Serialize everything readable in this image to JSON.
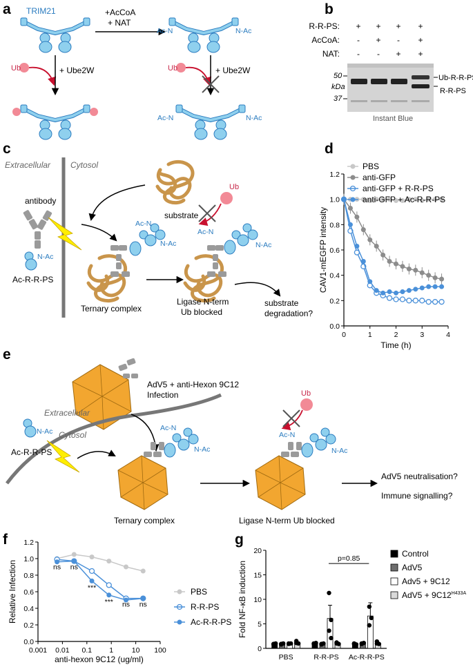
{
  "panel_labels": {
    "a": "a",
    "b": "b",
    "c": "c",
    "d": "d",
    "e": "e",
    "f": "f",
    "g": "g"
  },
  "panel_a": {
    "protein": "TRIM21",
    "reagents_line1": "+AcCoA",
    "reagents_line2": "+ NAT",
    "ub": "Ub",
    "ube2w": "+ Ube2W",
    "nac": "N-Ac",
    "acn": "Ac-N"
  },
  "panel_b": {
    "rows": [
      {
        "label": "R-R-PS:",
        "marks": [
          "+",
          "+",
          "+",
          "+"
        ]
      },
      {
        "label": "AcCoA:",
        "marks": [
          "-",
          "+",
          "-",
          "+"
        ]
      },
      {
        "label": "NAT:",
        "marks": [
          "-",
          "-",
          "+",
          "+"
        ]
      }
    ],
    "kda": "kDa",
    "mw_50": "50",
    "mw_37": "37",
    "band_upper": "Ub-R-R-PS",
    "band_lower": "R-R-PS",
    "stain": "Instant Blue"
  },
  "panel_c": {
    "extracellular": "Extracellular",
    "cytosol": "Cytosol",
    "antibody": "antibody",
    "construct": "Ac-R-R-PS",
    "substrate": "substrate",
    "ub": "Ub",
    "ternary": "Ternary complex",
    "blocked_line1": "Ligase N-term",
    "blocked_line2": "Ub blocked",
    "degradation_line1": "substrate",
    "degradation_line2": "degradation?",
    "nac": "N-Ac",
    "acn": "Ac-N"
  },
  "panel_e": {
    "infection_line1": "AdV5 + anti-Hexon 9C12",
    "infection_line2": "Infection",
    "extracellular": "Extracellular",
    "cytosol": "Cytosol",
    "construct": "Ac-R-R-PS",
    "ub": "Ub",
    "ternary": "Ternary complex",
    "blocked": "Ligase N-term Ub blocked",
    "outcome1": "AdV5 neutralisation?",
    "outcome2": "Immune signalling?",
    "nac": "N-Ac",
    "acn": "Ac-N"
  },
  "colors": {
    "trim_blue": "#8fd0ee",
    "text_blue": "#2a7bbf",
    "ub_pink": "#f28a96",
    "arrow_red": "#c8102e",
    "antibody_grey": "#9a9a9a",
    "substrate_tan": "#c9954b",
    "virus_orange": "#f2a630",
    "lightning_yellow": "#ffee00"
  },
  "chart_data": [
    {
      "panel": "d",
      "type": "line",
      "xlabel": "Time (h)",
      "ylabel": "CAV1-mEGFP intensity",
      "xlim": [
        0,
        4
      ],
      "ylim": [
        0,
        1.2
      ],
      "xticks": [
        "0",
        "1",
        "2",
        "3",
        "4"
      ],
      "yticks": [
        "0.0",
        "0.2",
        "0.4",
        "0.6",
        "0.8",
        "1.0",
        "1.2"
      ],
      "legend_position": "top-right",
      "series": [
        {
          "name": "PBS",
          "color": "#c8c8c8",
          "marker": "filled",
          "x": [
            0,
            0.25,
            0.5,
            0.75,
            1,
            1.25,
            1.5,
            1.75,
            2,
            2.25,
            2.5,
            2.75,
            3,
            3.25,
            3.5,
            3.75
          ],
          "y": [
            1.0,
            1.0,
            1.0,
            1.0,
            0.99,
            1.0,
            1.0,
            1.0,
            0.99,
            0.99,
            1.0,
            1.0,
            0.99,
            1.0,
            1.0,
            1.0
          ]
        },
        {
          "name": "anti-GFP",
          "color": "#8c8c8c",
          "marker": "filled",
          "x": [
            0,
            0.25,
            0.5,
            0.75,
            1,
            1.25,
            1.5,
            1.75,
            2,
            2.25,
            2.5,
            2.75,
            3,
            3.25,
            3.5,
            3.75
          ],
          "y": [
            1.0,
            0.93,
            0.86,
            0.76,
            0.68,
            0.63,
            0.56,
            0.51,
            0.49,
            0.47,
            0.45,
            0.44,
            0.42,
            0.4,
            0.38,
            0.37
          ]
        },
        {
          "name": "anti-GFP + R-R-PS",
          "color": "#4a90d9",
          "marker": "open",
          "x": [
            0,
            0.25,
            0.5,
            0.75,
            1,
            1.25,
            1.5,
            1.75,
            2,
            2.25,
            2.5,
            2.75,
            3,
            3.25,
            3.5,
            3.75
          ],
          "y": [
            1.0,
            0.75,
            0.58,
            0.47,
            0.32,
            0.26,
            0.24,
            0.22,
            0.21,
            0.21,
            0.2,
            0.2,
            0.2,
            0.19,
            0.19,
            0.19
          ]
        },
        {
          "name": "anti-GFP + Ac-R-R-PS",
          "color": "#4a90d9",
          "marker": "filled",
          "x": [
            0,
            0.25,
            0.5,
            0.75,
            1,
            1.25,
            1.5,
            1.75,
            2,
            2.25,
            2.5,
            2.75,
            3,
            3.25,
            3.5,
            3.75
          ],
          "y": [
            1.0,
            0.8,
            0.63,
            0.51,
            0.35,
            0.28,
            0.26,
            0.27,
            0.26,
            0.27,
            0.28,
            0.29,
            0.3,
            0.31,
            0.31,
            0.31
          ]
        }
      ]
    },
    {
      "panel": "f",
      "type": "line",
      "xlabel": "anti-hexon 9C12 (ug/ml)",
      "ylabel": "Relative Infection",
      "xscale": "log",
      "xlim": [
        0.001,
        100
      ],
      "ylim": [
        0.0,
        1.2
      ],
      "xticks": [
        "0.001",
        "0.01",
        "0.1",
        "1",
        "10",
        "100"
      ],
      "yticks": [
        "0.0",
        "0.2",
        "0.4",
        "0.6",
        "0.8",
        "1.0",
        "1.2"
      ],
      "legend_position": "right",
      "series": [
        {
          "name": "PBS",
          "color": "#c8c8c8",
          "marker": "filled",
          "x": [
            0.006,
            0.03,
            0.16,
            0.8,
            4,
            20
          ],
          "y": [
            1.0,
            1.05,
            1.02,
            0.97,
            0.9,
            0.85
          ]
        },
        {
          "name": "R-R-PS",
          "color": "#4a90d9",
          "marker": "open",
          "x": [
            0.006,
            0.03,
            0.16,
            0.8,
            4,
            20
          ],
          "y": [
            0.99,
            0.97,
            0.85,
            0.68,
            0.52,
            0.52
          ]
        },
        {
          "name": "Ac-R-R-PS",
          "color": "#4a90d9",
          "marker": "filled",
          "x": [
            0.006,
            0.03,
            0.16,
            0.8,
            4,
            20
          ],
          "y": [
            0.96,
            0.97,
            0.73,
            0.56,
            0.5,
            0.52
          ]
        }
      ],
      "annotations": [
        {
          "x": 0.006,
          "text": "ns"
        },
        {
          "x": 0.03,
          "text": "ns"
        },
        {
          "x": 0.16,
          "text": "***"
        },
        {
          "x": 0.8,
          "text": "***"
        },
        {
          "x": 4,
          "text": "ns"
        },
        {
          "x": 20,
          "text": "ns"
        }
      ]
    },
    {
      "panel": "g",
      "type": "bar",
      "ylabel": "Fold NF-κB induction",
      "ylim": [
        0,
        20
      ],
      "yticks": [
        "0",
        "5",
        "10",
        "15",
        "20"
      ],
      "categories": [
        "PBS",
        "R-R-PS",
        "Ac-R-R-PS"
      ],
      "legend_position": "right",
      "series": [
        {
          "name": "Control",
          "color": "#000000",
          "values": [
            1.0,
            1.0,
            1.0
          ]
        },
        {
          "name": "AdV5",
          "color": "#6e6e6e",
          "values": [
            1.0,
            1.0,
            1.0
          ]
        },
        {
          "name": "Adv5 + 9C12",
          "color": "#ffffff",
          "values": [
            1.0,
            6.1,
            6.6
          ]
        },
        {
          "name": "AdV5 + 9C12",
          "name_superscript": "H433A",
          "color": "#d9d9d9",
          "values": [
            1.0,
            1.0,
            1.0
          ]
        }
      ],
      "points": [
        [
          [
            0.8,
            1.0,
            0.9
          ],
          [
            0.9,
            1.0,
            0.8
          ],
          [
            0.9,
            1.0,
            1.0
          ],
          [
            1.5,
            1.0,
            1.1
          ]
        ],
        [
          [
            1.0,
            1.1,
            0.9
          ],
          [
            0.9,
            1.0,
            0.8
          ],
          [
            11.3,
            5.8,
            3.6,
            2.1
          ],
          [
            1.2,
            0.9,
            1.0
          ]
        ],
        [
          [
            1.0,
            0.8,
            0.9
          ],
          [
            1.0,
            1.1,
            0.9
          ],
          [
            8.5,
            6.2,
            4.7
          ],
          [
            1.4,
            0.9,
            1.0
          ]
        ]
      ],
      "significance": "p=0.85"
    }
  ]
}
